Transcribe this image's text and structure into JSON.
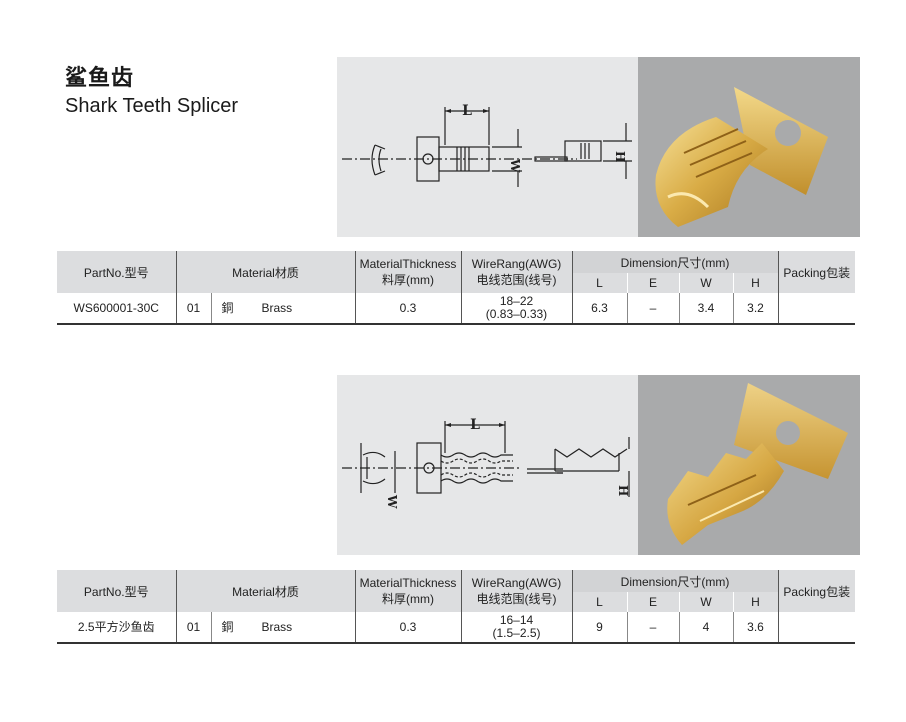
{
  "header": {
    "title_cn": "鲨鱼齿",
    "title_en": "Shark Teeth Splicer"
  },
  "table_headers": {
    "part_no": "PartNo.型号",
    "material": "Material材质",
    "thickness_line1": "MaterialThickness",
    "thickness_line2": "料厚(mm)",
    "wire_line1": "WireRang(AWG)",
    "wire_line2": "电线范围(线号)",
    "dimension": "Dimension尺寸(mm)",
    "dim_l": "L",
    "dim_e": "E",
    "dim_w": "W",
    "dim_h": "H",
    "packing": "Packing包装"
  },
  "drawing_labels": {
    "L": "L",
    "W": "W",
    "H": "H"
  },
  "products": [
    {
      "part_no": "WS600001-30C",
      "material_code": "01",
      "material_cn": "銅",
      "material_en": "Brass",
      "thickness": "0.3",
      "wire_awg": "18–22",
      "wire_mm": "(0.83–0.33)",
      "L": "6.3",
      "E": "–",
      "W": "3.4",
      "H": "3.2",
      "packing": ""
    },
    {
      "part_no": "2.5平方沙鱼齿",
      "material_code": "01",
      "material_cn": "銅",
      "material_en": "Brass",
      "thickness": "0.3",
      "wire_awg": "16–14",
      "wire_mm": "(1.5–2.5)",
      "L": "9",
      "E": "–",
      "W": "4",
      "H": "3.6",
      "packing": ""
    }
  ]
}
